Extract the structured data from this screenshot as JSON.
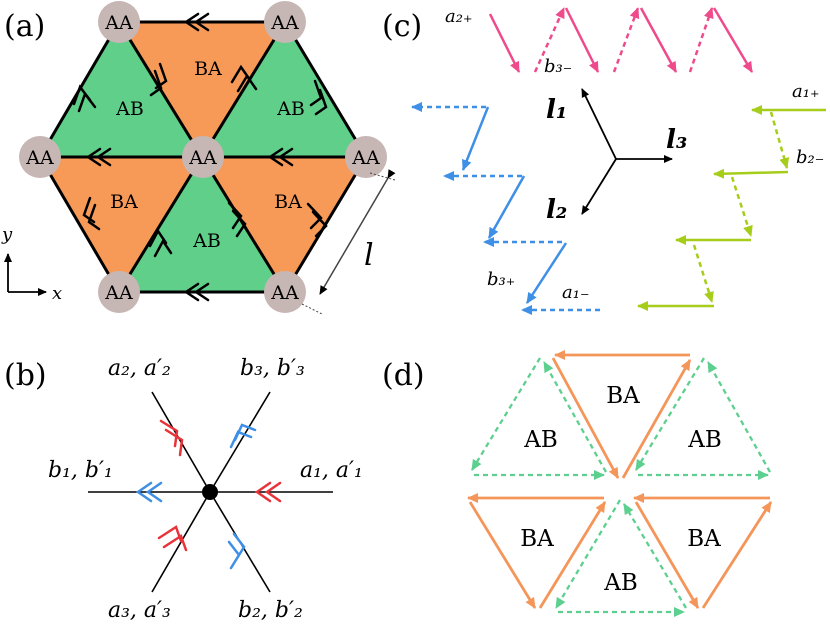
{
  "panels": {
    "a": {
      "label": "(a)",
      "aa": "AA",
      "ab": "AB",
      "ba": "BA",
      "axis_y": "y",
      "axis_x": "x",
      "length": "l"
    },
    "b": {
      "label": "(b)",
      "a2": "a₂, a′₂",
      "b3": "b₃, b′₃",
      "b1": "b₁, b′₁",
      "a1": "a₁, a′₁",
      "a3": "a₃, a′₃",
      "b2": "b₂, b′₂"
    },
    "c": {
      "label": "(c)",
      "a2p": "a₂₊",
      "b3m": "b₃₋",
      "a1p": "a₁₊",
      "b2m": "b₂₋",
      "b3p": "b₃₊",
      "a1m": "a₁₋",
      "l1": "l₁",
      "l2": "l₂",
      "l3": "l₃"
    },
    "d": {
      "label": "(d)",
      "ab": "AB",
      "ba": "BA"
    }
  },
  "colors": {
    "ab_fill": "#5fcf8a",
    "ba_fill": "#f79a58",
    "aa_node": "#c6b6b4",
    "red": "#e8333a",
    "blue": "#3e8fe6",
    "pink": "#ee4a8c",
    "lime": "#a6cd1a",
    "orange": "#f4965a",
    "teal": "#5dcf8e"
  }
}
